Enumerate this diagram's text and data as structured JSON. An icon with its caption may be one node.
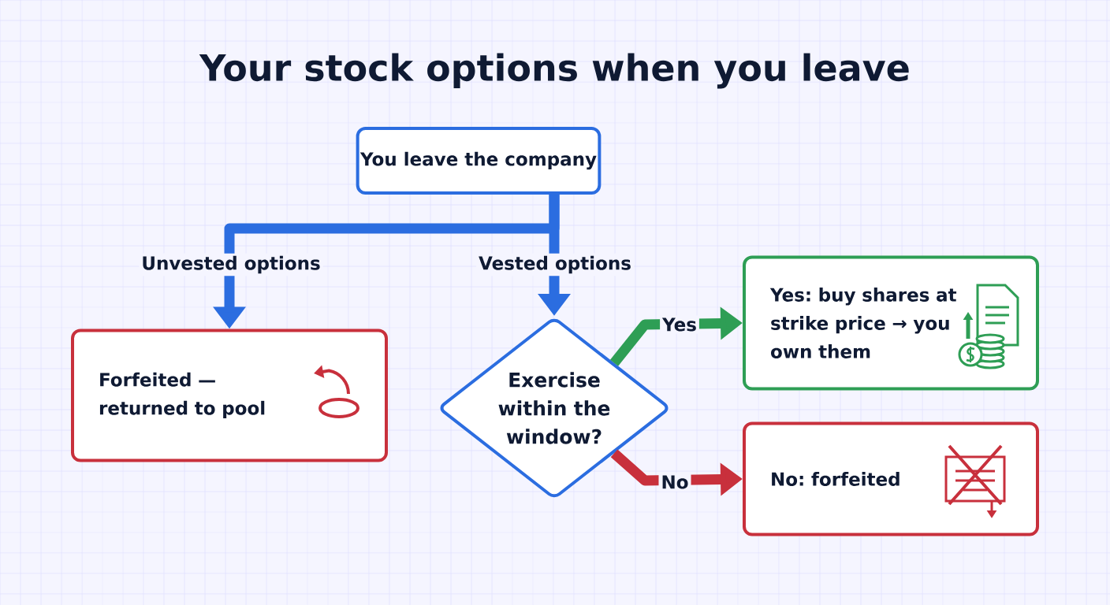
{
  "diagram": {
    "title": "Your stock options when you leave",
    "nodes": [
      {
        "text": [
          "You leave the company"
        ]
      },
      {
        "text": [
          "Forfeited — returned to pool"
        ]
      },
      {
        "text": [
          "Exercise within the window?"
        ]
      },
      {
        "text": [
          "Yes: buy shares at strike price → you own them"
        ]
      },
      {
        "text": [
          "No: forfeited"
        ]
      }
    ],
    "edges": [
      {
        "from": 0,
        "to": 1,
        "arrow": "to",
        "label": "Unvested options"
      },
      {
        "from": 0,
        "to": 2,
        "arrow": "to",
        "label": "Vested options"
      },
      {
        "from": 2,
        "to": 3,
        "arrow": "to",
        "label": "Yes",
        "color": "#2e9e55"
      },
      {
        "from": 2,
        "to": 4,
        "arrow": "to",
        "label": "No",
        "color": "#c8303c"
      }
    ]
  }
}
